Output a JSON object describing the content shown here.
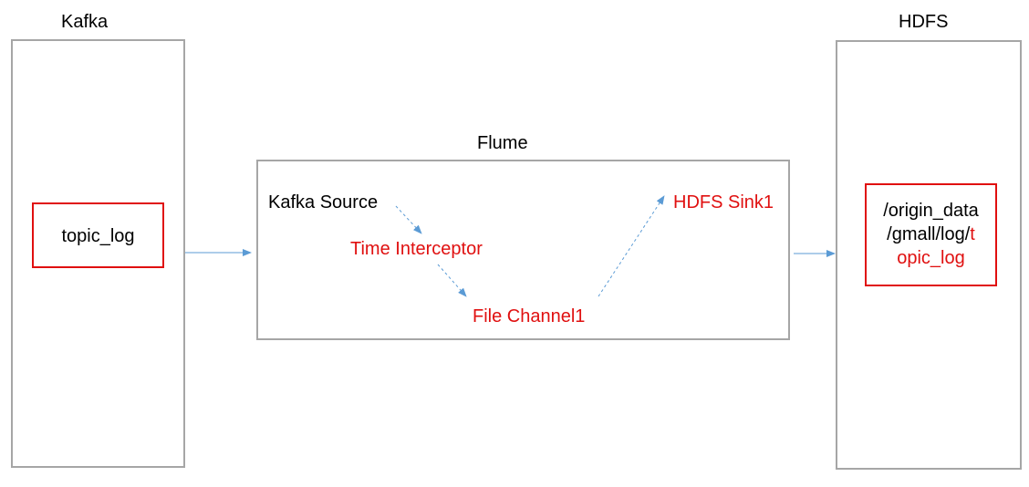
{
  "kafka": {
    "title": "Kafka",
    "topic": "topic_log"
  },
  "flume": {
    "title": "Flume",
    "source": "Kafka Source",
    "interceptor": "Time Interceptor",
    "channel": "File Channel1",
    "sink": "HDFS Sink1"
  },
  "hdfs": {
    "title": "HDFS",
    "path_line1": "/origin_data",
    "path_line2_black": "/gmall/log/",
    "path_line2_red": "t",
    "path_line3": "opic_log"
  },
  "colors": {
    "panel_border": "#a6a6a6",
    "highlight_red": "#e01010",
    "arrow_blue": "#5b9bd5"
  }
}
